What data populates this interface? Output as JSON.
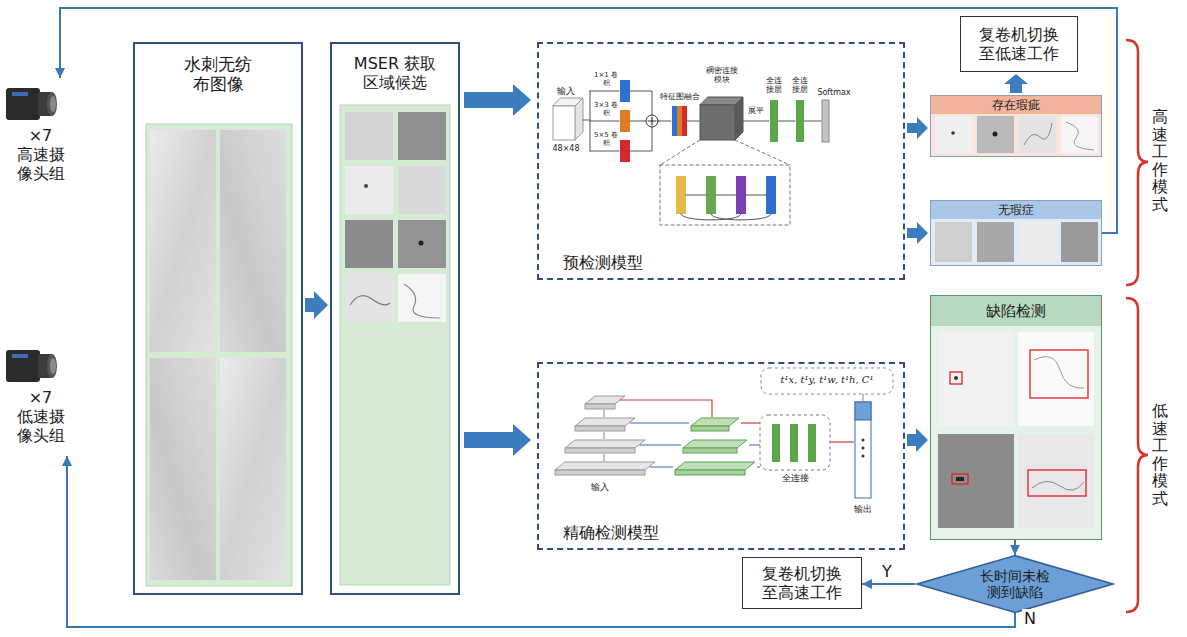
{
  "diagram": {
    "nodes": [
      {
        "text": [
          "×7",
          "高速摄像头组"
        ]
      },
      {
        "text": [
          "×7",
          "低速摄像头组"
        ]
      },
      {
        "text": [
          "水刺无纺布图像"
        ]
      },
      {
        "text": [
          "MSER 获取区域候选"
        ]
      },
      {
        "text": [
          "预检测模型"
        ]
      },
      {
        "text": [
          "存在瑕疵"
        ]
      },
      {
        "text": [
          "无瑕症"
        ]
      },
      {
        "text": [
          "复卷机切换至低速工作"
        ]
      },
      {
        "text": [
          "精确检测模型"
        ]
      },
      {
        "text": [
          "缺陷检测"
        ]
      },
      {
        "text": [
          "长时间未检测到缺陷"
        ]
      },
      {
        "text": [
          "复卷机切换至高速工作"
        ]
      }
    ],
    "edges": [
      {
        "from": 2,
        "to": 3,
        "arrow": "to"
      },
      {
        "from": 3,
        "to": 4,
        "arrow": "to"
      },
      {
        "from": 3,
        "to": 8,
        "arrow": "to"
      },
      {
        "from": 4,
        "to": 5,
        "arrow": "to"
      },
      {
        "from": 4,
        "to": 6,
        "arrow": "to"
      },
      {
        "from": 5,
        "to": 7,
        "arrow": "to"
      },
      {
        "from": 6,
        "to": 0,
        "arrow": "to"
      },
      {
        "from": 8,
        "to": 9,
        "arrow": "to"
      },
      {
        "from": 9,
        "to": 10,
        "arrow": "to"
      },
      {
        "from": 10,
        "to": 11,
        "label": "Y",
        "arrow": "to"
      },
      {
        "from": 10,
        "to": 1,
        "label": "N",
        "arrow": "to"
      }
    ],
    "labels": [
      "输入",
      "48×48",
      "1×1 卷积",
      "3×3 卷积",
      "5×5 卷积",
      "特征图融合",
      "稠密连接模块",
      "展平",
      "全连接层",
      "全连接层",
      "Softmax",
      "t¹x, t¹y, t¹w, t¹h, C¹",
      "输入",
      "全连接",
      "输出",
      "高速工作模式",
      "低速工作模式"
    ]
  }
}
